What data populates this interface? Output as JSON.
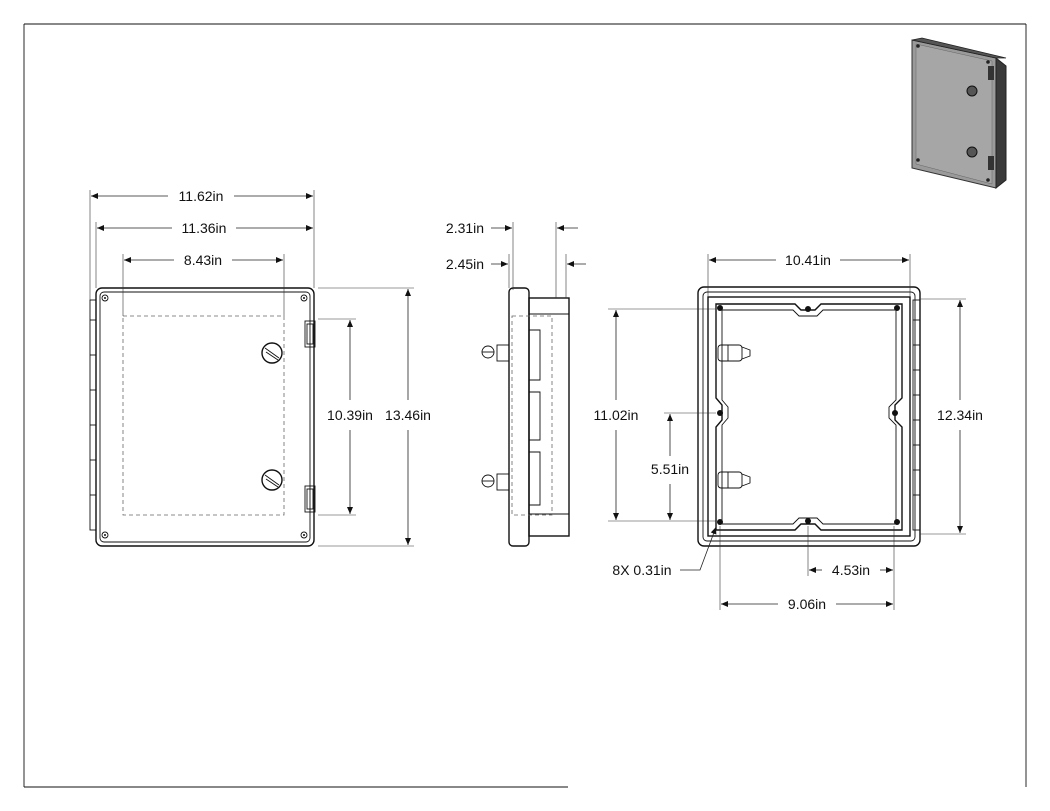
{
  "dimensions": {
    "front_overall_width": "11.62in",
    "front_body_width": "11.36in",
    "front_window_width": "8.43in",
    "hinge_span": "10.39in",
    "overall_height": "13.46in",
    "side_depth_a": "2.31in",
    "side_depth_b": "2.45in",
    "back_width": "10.41in",
    "back_inner_height": "11.02in",
    "back_half_height": "5.51in",
    "back_outer_height": "12.34in",
    "mount_holes": "8X 0.31in",
    "mount_spacing_half": "4.53in",
    "mount_spacing": "9.06in"
  }
}
